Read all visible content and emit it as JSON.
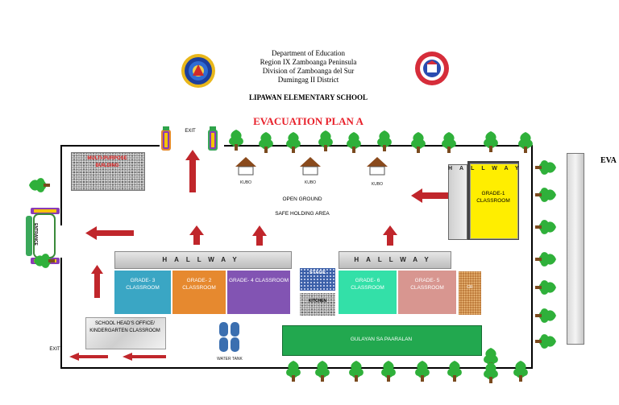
{
  "header": {
    "lines": [
      "Department of Education",
      "Region IX Zamboanga Peninsula",
      "Division of Zamboanga del Sur",
      "Dumingag II District"
    ],
    "school_name": "LIPAWAN ELEMENTARY SCHOOL",
    "plan_title": "EVACUATION PLAN A",
    "eva_cut": "EVA"
  },
  "labels": {
    "exit_top": "EXIT",
    "exit_bottom": "EXIT",
    "entrance": "ENTRANCE",
    "kubo": "KUBO",
    "open_ground": "OPEN GROUND",
    "safe_area": "SAFE HOLDING AREA",
    "water_tank": "WATER TANK"
  },
  "buildings": {
    "multipurpose": "MULTI-PURPOSE BUILDING",
    "hallway": "HALLWAY",
    "grade1": "GRADE-1 CLASSROOM",
    "grade3": "GRADE- 3 CLASSROOM",
    "grade2": "GRADE- 2 CLASSROOM",
    "grade4": "GRADE- 4 CLASSROOM",
    "stage": "STAGE",
    "kitchen": "KITCHEN",
    "grade6": "GRADE- 6 CLASSROOM",
    "grade5": "GRADE- 5 CLASSROOM",
    "cr": "CR",
    "office": "SCHOOL HEAD'S OFFICE/ KINDERGARTEN CLASSROOM",
    "garden": "GULAYAN SA PAARALAN"
  },
  "colors": {
    "grade3": "#3aa6c4",
    "grade2": "#e6892f",
    "grade4": "#8254b3",
    "grade6": "#33e0a8",
    "grade5": "#d89690",
    "grade1": "#ffee00",
    "garden": "#22a84f",
    "arrow": "#c0262b",
    "tree": "#2fb03a",
    "title": "#e8202a"
  }
}
